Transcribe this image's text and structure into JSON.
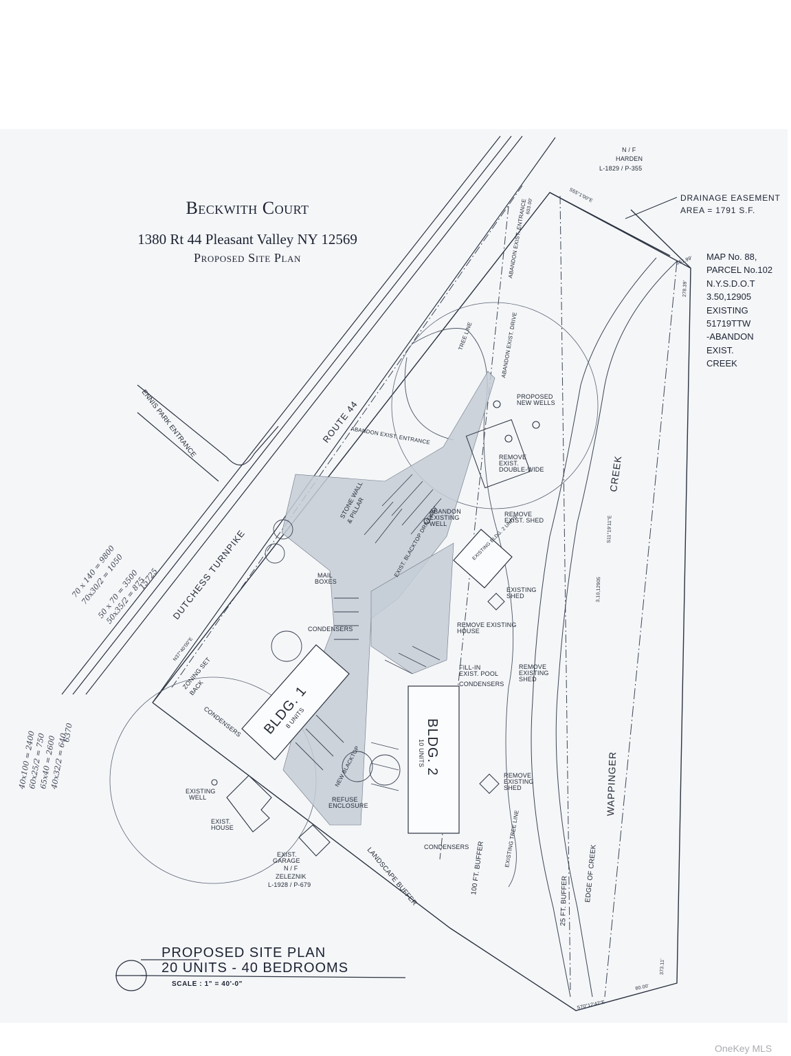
{
  "title": {
    "main": "Beckwith Court",
    "address": "1380 Rt 44 Pleasant Valley NY 12569",
    "subtitle": "Proposed Site Plan"
  },
  "right_notes": [
    "MAP No. 88,",
    "PARCEL No.102",
    "N.Y.S.D.O.T",
    "3.50,12905",
    "EXISTING",
    "51719TTW",
    "-ABANDON",
    "EXIST.",
    "CREEK"
  ],
  "drainage": {
    "line1": "DRAINAGE EASEMENT",
    "line2": "AREA = 1791 S.F."
  },
  "neighbors": {
    "harden": [
      "N / F",
      "HARDEN",
      "L-1829 / P-355"
    ],
    "zeleznik": [
      "N / F",
      "ZELEZNIK",
      "L-1928 / P-679"
    ]
  },
  "roads": {
    "route": "ROUTE 44",
    "turnpike": "DUTCHESS TURNPIKE",
    "ennis": "ENNIS PARK ENTRANCE"
  },
  "creek": {
    "creek": "CREEK",
    "wappinger": "WAPPINGER",
    "edge": "EDGE OF CREEK"
  },
  "buffers": {
    "ft25": "25 FT. BUFFER",
    "ft100": "100 FT. BUFFER",
    "landscape": "LANDSCAPE BUFFER",
    "treeline": "EXISTING TREE LINE",
    "treeline_top": "TREE LINE"
  },
  "buildings": {
    "bldg1": {
      "name": "BLDG. 1",
      "units": "8 UNITS"
    },
    "bldg2": {
      "name": "BLDG. 2",
      "units": "10 UNITS"
    },
    "existing": "EXISTING BLDG. 2 UNITS"
  },
  "callouts": {
    "proposed_wells": [
      "PROPOSED",
      "NEW WELLS"
    ],
    "remove_doublewide": [
      "REMOVE",
      "EXIST.",
      "DOUBLE-WIDE"
    ],
    "remove_shed_1": [
      "REMOVE",
      "EXIST. SHED"
    ],
    "existing_shed": [
      "EXISTING",
      "SHED"
    ],
    "remove_house": [
      "REMOVE EXISTING",
      "HOUSE"
    ],
    "remove_shed_2": [
      "REMOVE",
      "EXISTING",
      "SHED"
    ],
    "fill_pool": [
      "FILL-IN",
      "EXIST. POOL"
    ],
    "condensers": "CONDENSERS",
    "abandon_well": [
      "ABANDON",
      "EXISTING",
      "WELL"
    ],
    "remove_shed_3": [
      "REMOVE",
      "EXISTING",
      "SHED"
    ],
    "existing_well": [
      "EXISTING",
      "WELL"
    ],
    "exist_house": [
      "EXIST.",
      "HOUSE"
    ],
    "exist_garage": [
      "EXIST.",
      "GARAGE"
    ],
    "refuse": [
      "REFUSE",
      "ENCLOSURE"
    ],
    "mail": [
      "MAIL",
      "BOXES"
    ],
    "zoning": [
      "ZONING SET",
      "BACK"
    ],
    "stone_wall": [
      "STONE WALL",
      "& PILLAR"
    ],
    "abandon_entrance": "ABANDON EXIST. ENTRANCE",
    "abandon_drive": "ABANDON EXIST. DRIVE",
    "abandon_entrance_2": "ABANDON EXIST. ENTRANCE",
    "blacktop_drive": "EXIST. BLACKTOP DRIVEWAY",
    "new_blacktop": "NEW BLACKTOP"
  },
  "dimensions": {
    "top": "S55°1'00\"E",
    "top_len": "603.00'",
    "right_len": "278.39'",
    "corner_len": "151.99'",
    "east_bearing": "S11°19'11\"E",
    "south_len": "373.11'",
    "south_bearing": "S70°12'42\"E",
    "south_len2": "80.00'",
    "west_bearing": "N37°40'00\"E",
    "center_note": "3,10,12905"
  },
  "hand_notes": {
    "upper": [
      "70 x 140 = 9800",
      "70x30/2 = 1050",
      "50 x 70 = 3500",
      "50x35/2 = 875",
      "15725"
    ],
    "lower": [
      "40x100 = 2400",
      "60x25/2 = 750",
      "65x40 = 2600",
      "40x32/2 = 640",
      "6370"
    ]
  },
  "caption": {
    "line1": "PROPOSED SITE PLAN",
    "line2": "20 UNITS - 40 BEDROOMS",
    "scale": "SCALE : 1\" = 40'-0\""
  },
  "watermark": "OneKey MLS"
}
